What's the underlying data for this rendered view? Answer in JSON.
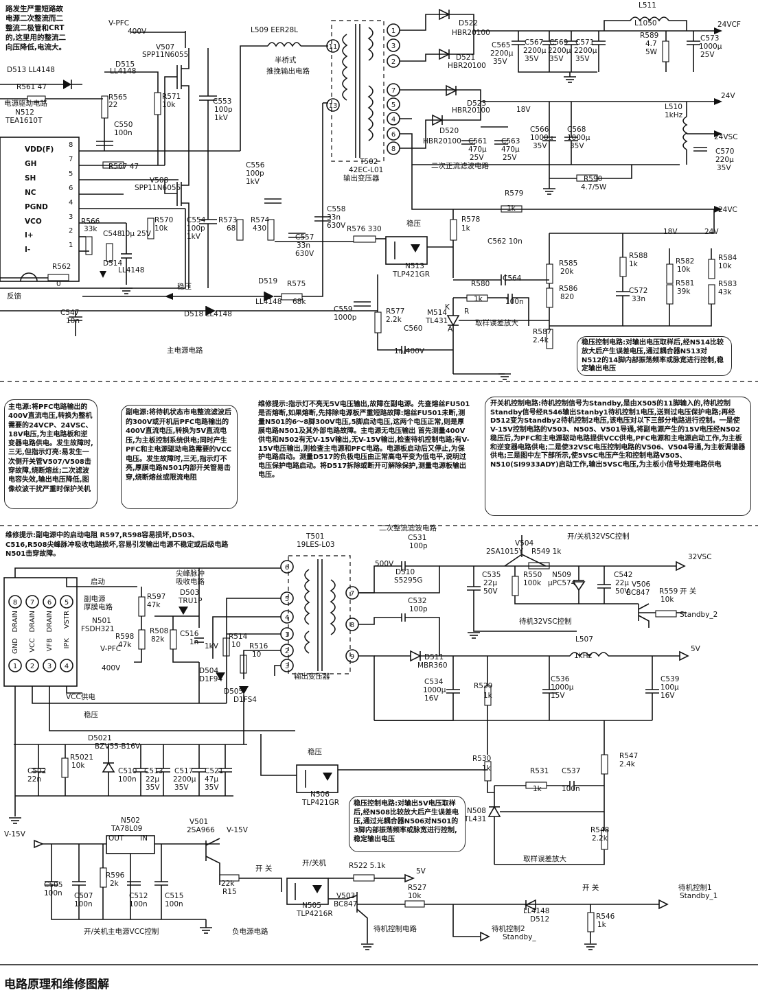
{
  "notes": {
    "top_left": [
      "路发生严重短路故",
      "电源二次整流而二",
      "整流二极管和CRT",
      "的,这里用的整流二",
      "向压降低,电流大。"
    ],
    "startup_hint": "维修提示:副电源中的启动电阻 R597,R598容易损坏,D503、C516,R508尖峰脉冲吸收电路损坏,容易引发输出电源不稳定或后级电路N501击穿故障。"
  },
  "bubbles": {
    "main_psu": "主电源:将PFC电路输出的400V直流电压,转换为整机需要的24VCP、24VSC、18V电压,为主电路板和逆变器电路供电。发生故障时,三无,但指示灯亮:易发生一次侧开关管V507/V508击穿故障,烧断熔丝;二次滤波电容失效,输出电压降低,图像纹波干扰严重时保护关机",
    "aux_psu": "副电源:将待机状态市电整流滤波后的300V或开机后PFC电路输出的400V直流电压,转换为5V直流电压,为主板控制系统供电;同时产生PFC和主电源驱动电路需要的VCC电压。发生故障时,三无,指示灯不亮,厚膜电路N501内部开关管易击穿,烧断熔丝或限流电阻",
    "repair": "维修提示:指示灯不亮无5V电压输出,故障在副电源。先查熔丝FU501是否熔断,如果熔断,先排除电源板严重短路故障:熔丝FU501未断,测量N501的6～8脚300V电压,5脚启动电压,这两个电压正常,则是厚膜电路N501及其外部电路故障。主电源无电压输出 首先测量400V供电和N502有无V-15V输出,无V-15V输出,检查待机控制电路;有V-15V电压输出,则检查主电源和PFC电路。电源板启动后又停止,为保护电路启动。测量D517的负极电压由正常高电平变为低电平,说明过电压保护电路启动。将D517拆除或断开可解除保护,测量电源板输出电压。",
    "onoff": "开关机控制电路:待机控制信号为Standby,是由X505的11脚输入的,待机控制Standby信号经R546输出Stanby1待机控制1电压,送到过电压保护电路;再经D512变为Standby2待机控制2电压,该电压对以下三部分电路进行控制。一是使V-15V控制电路的V503、N505、V501导通,将副电源产生的15V电压经N502稳压后,为PFC和主电源驱动电路提供VCC供电,PFC电源和主电源启动工作,为主板和逆变器电路供电;二是使32VSC电压控制电路的V506、V504导通,为主板调谐器供电;三是图中左下部所示,使5VSC电压产生和控制电路V505、N510(SI9933ADY)启动工作,输出5VSC电压,为主板小信号处理电路供电",
    "reg_main": "稳压控制电路:对输出电压取样后,经N514比较放大后产生误差电压,通过耦合器N513对N512的14脚内部振荡频率或脉宽进行控制,稳定输出电压",
    "reg_aux": "稳压控制电路:对输出5V电压取样后,经N508比较放大后产生误差电压,通过光耦合器N506对N501的3脚内部振荡频率或脉宽进行控制,稳定输出电压"
  },
  "labels": {
    "vpfc_top": "V-PFC",
    "v400_top": "400V",
    "v507": "V507",
    "v507_part": "SPP11N6055",
    "v508": "V508",
    "v508_part": "SPP11N6055",
    "d515": "D515",
    "d515_part": "LL4148",
    "d513": "D513 LL4148",
    "r561": "R561 47",
    "drive_circuit": "电源驱动电路",
    "n512": "N512",
    "n512_part": "TEA1610T",
    "r565": "R565",
    "r565_v": "22",
    "r571": "R571",
    "r571_v": "10k",
    "c550": "C550",
    "c550_v": "100n",
    "r567": "R567 47",
    "pins_left": [
      "VDD(F)",
      "GH",
      "SH",
      "NC",
      "PGND",
      "VCO",
      "I+",
      "I-"
    ],
    "pins_num": [
      "8",
      "7",
      "5",
      "6",
      "4",
      "3",
      "2",
      "1"
    ],
    "r566": "R566",
    "r566_v": "33k",
    "c548": "C548",
    "d514": "D514",
    "ll4148_a": "LL4148",
    "c_10u": "10μ 25V",
    "r562": "R562",
    "r562_v": "0",
    "feedback": "反馈",
    "c547": "C547",
    "c547_v": "10n",
    "regulate": "稳压",
    "d519": "D519",
    "ll4148_b": "LL4148",
    "r575": "R575",
    "r575_v": "68k",
    "d518": "D518 LL4148",
    "main_psu_circuit": "主电源电路",
    "c553": "C553",
    "c553_v": "100p",
    "c553_v2": "1kV",
    "c554": "C554",
    "c554_v": "100p",
    "c554_v2": "1kV",
    "r570": "R570",
    "r570_v": "10k",
    "r573": "R573",
    "r573_v": "68",
    "r574": "R574",
    "r574_v": "430",
    "c556": "C556",
    "c556_v": "100p",
    "c556_v2": "1kV",
    "c557": "C557",
    "c557_v": "33n",
    "c557_v2": "630V",
    "c558": "C558",
    "c558_v": "33n",
    "c558_v2": "630V",
    "l509": "L509 EER28L",
    "half_bridge": "半桥式",
    "push_pull": "推挽输出电路",
    "t502": "T502",
    "t502_part": "42EC-L01",
    "t502_name": "输出变压器",
    "d522": "D522",
    "hbr_a": "HBR20100",
    "d521": "D521",
    "hbr_b": "HBR20100",
    "d523": "D523",
    "hbr_c": "HBR20100",
    "d520": "D520",
    "hbr_d": "HBR20100",
    "c565": "C565",
    "c565_v": "2200μ",
    "c565_v2": "35V",
    "c567": "C567",
    "c567_v": "2200μ",
    "c567_v2": "35V",
    "c569": "C569",
    "c569_v": "2200μ",
    "c569_v2": "35V",
    "c571": "C571",
    "c571_v": "2200μ",
    "c571_v2": "35V",
    "l511": "L511",
    "l511_v": "L1050",
    "r589": "R589",
    "r589_v": "4.7",
    "r589_v2": "5W",
    "c573": "C573",
    "c573_v": "1000μ",
    "c573_v2": "25V",
    "out_24vcf": "24VCF",
    "out_24v": "24V",
    "out_24vsc": "24VSC",
    "out_24vc": "24VC",
    "v18": "18V",
    "c561": "C561",
    "c561_v": "470μ",
    "c561_v2": "25V",
    "c563": "C563",
    "c563_v": "470μ",
    "c563_v2": "25V",
    "c566": "C566",
    "c566_v": "1000μ",
    "c566_v2": "35V",
    "c568": "C568",
    "c568_v": "1000μ",
    "c568_v2": "35V",
    "l510": "L510",
    "l510_v": "1kHz",
    "c570": "C570",
    "c570_v": "220μ",
    "c570_v2": "35V",
    "r590": "R590",
    "r590_v": "4.7/5W",
    "secondary_filter": "二次正流滤波电路",
    "r579": "R579",
    "r579_v": "1k",
    "r578": "R578",
    "r578_v": "1k",
    "r576": "R576 330",
    "regulate_b": "稳压",
    "n513": "N513",
    "n513_part": "TLP421GR",
    "c562": "C562 10n",
    "r580": "R580",
    "r580_v": "1k",
    "c564": "C564",
    "c564_v": "100n",
    "m514": "M514",
    "tl431": "TL431",
    "k_label": "K",
    "r_label": "R",
    "a_label": "A",
    "c559": "C559",
    "c559_v": "1000p",
    "r577": "R577",
    "r577_v": "2.2k",
    "c560": "C560",
    "c560_v": "1n/400V",
    "sample_amp": "取样误差放大",
    "r585": "R585",
    "r585_v": "20k",
    "r586": "R586",
    "r586_v": "820",
    "r587": "R587",
    "r587_v": "2.4k",
    "r588": "R588",
    "r588_v": "1k",
    "c572": "C572",
    "c572_v": "33n",
    "v18b": "18V",
    "v24b": "24V",
    "r582": "R582",
    "r582_v": "10k",
    "r581": "R581",
    "r581_v": "39k",
    "r584": "R584",
    "r584_v": "10k",
    "r583": "R583",
    "r583_v": "43k",
    "t501": "T501",
    "t501_part": "19LES-L03",
    "t501_name": "输出变压器",
    "secondary_rect": "二次整流滤波电路",
    "c531": "C531",
    "c531_v": "100p",
    "c531_v2": "500V",
    "d510": "D510",
    "d510_part": "S5295G",
    "c532": "C532",
    "c532_v": "100p",
    "d511": "D511",
    "d511_part": "MBR360",
    "l507": "L507",
    "l507_v": "1kHz",
    "out_5v": "5V",
    "c534": "C534",
    "c534_v": "1000μ",
    "c534_v2": "16V",
    "r529": "R529",
    "r529_v": "1k",
    "c536": "C536",
    "c536_v": "1000μ",
    "c536_v2": "15V",
    "c539": "C539",
    "c539_v": "100μ",
    "c539_v2": "16V",
    "v504": "V504",
    "v504_part": "2SA1015Y",
    "r549": "R549 1k",
    "onoff_32vsc": "开/关机32VSC控制",
    "out_32vsc": "32VSC",
    "c535": "C535",
    "c535_v": "22μ",
    "c535_v2": "50V",
    "r550": "R550",
    "r550_v": "100k",
    "n509": "N509",
    "n509_part": "μPC574",
    "c542": "C542",
    "c542_v": "22μ",
    "c542_v2": "50V",
    "v506": "V506",
    "v506_part": "BC847",
    "r559": "R559",
    "r559_v": "10k",
    "on_off": "开 关",
    "standby2": "Standby_2",
    "standby_32vsc": "待机32VSC控制",
    "drain1": "DRAIN",
    "drain2": "DRAIN",
    "drain3": "DRAIN",
    "vstr": "VSTR",
    "gnd": "GND",
    "vcc": "VCC",
    "vfb": "VFB",
    "ipk": "IPK",
    "n501_pins_top": [
      "8",
      "7",
      "6",
      "5"
    ],
    "n501_pins_bot": [
      "1",
      "2",
      "3",
      "4"
    ],
    "startup": "启动",
    "aux_thick": "副电源",
    "thick_circuit": "厚膜电路",
    "n501": "N501",
    "n501_part": "FSDH321",
    "r597": "R597",
    "r597_v": "47k",
    "r598": "R598",
    "r598_v": "47k",
    "r508": "R508",
    "r508_v": "82k",
    "snubber": "尖峰脉冲",
    "snubber2": "吸收电路",
    "d503": "D503",
    "d503_part": "TRU1P",
    "c516": "C516",
    "c516_v": "1n",
    "c516_v2": "1kV",
    "vpfc_b": "V-PFC",
    "v400_b": "400V",
    "d504": "D504",
    "d504_part": "D1F94",
    "r514": "R514",
    "r514_v": "10",
    "r516": "R516",
    "r516_v": "10",
    "d505": "D505",
    "d505_part": "D1FS4",
    "vcc_supply": "VCC供电",
    "regulate_c": "稳压",
    "c502": "C502",
    "c502_v": "22n",
    "r5021": "R5021",
    "r5021_v": "10k",
    "d5021": "D5021",
    "d5021_part": "BZV55-B16V",
    "c510": "C510",
    "c510_v": "100n",
    "c513": "C513",
    "c513_v": "22μ",
    "c513_v2": "35V",
    "c517": "C517",
    "c517_v": "2200μ",
    "c517_v2": "35V",
    "c521": "C521",
    "c521_v": "47μ",
    "c521_v2": "35V",
    "regulate_d": "稳压",
    "n506": "N506",
    "n506_part": "TLP421GR",
    "r530": "R530",
    "r530_v": "1k",
    "r531": "R531",
    "r531_v": "1k",
    "c537": "C537",
    "c537_v": "100n",
    "r547": "R547",
    "r547_v": "2.4k",
    "n508": "N508",
    "n508_part": "TL431",
    "r548": "R548",
    "r548_v": "2.2k",
    "sample_amp_b": "取样误差放大",
    "n502": "N502",
    "n502_part": "TA78L09",
    "out_pin": "OUT",
    "in_pin": "IN",
    "v15_left": "V-15V",
    "v501": "V501",
    "v501_part": "2SA966",
    "v15_mid": "V-15V",
    "c505": "C505",
    "c505_v": "100n",
    "c507": "C507",
    "c507_v": "100n",
    "r596": "R596",
    "r596_v": "2k",
    "c512": "C512",
    "c512_v": "100n",
    "c515": "C515",
    "c515_v": "100n",
    "r15_v": "22k",
    "r15": "R15",
    "onoff_vcc": "开/关机主电源VCC控制",
    "neg_psu": "负电源电路",
    "on_off_b": "开 关",
    "on_off_machine": "开/关机",
    "r522": "R522 5.1k",
    "v5b": "5V",
    "n505": "N505",
    "n505_part": "TLP4216R",
    "v503": "V503",
    "v503_part": "BC847",
    "r527": "R527",
    "r527_v": "10k",
    "standby_ctrl": "待机控制电路",
    "standby2_ctrl": "待机控制2",
    "standby2_b": "Standby_",
    "d512_part": "LL4148",
    "d512": "D512",
    "on_off_c": "开 关",
    "r546": "R546",
    "r546_v": "1k",
    "standby1_ctrl": "待机控制1",
    "standby1": "Standby_1"
  },
  "footer": {
    "title": "电路原理和维修图解"
  }
}
